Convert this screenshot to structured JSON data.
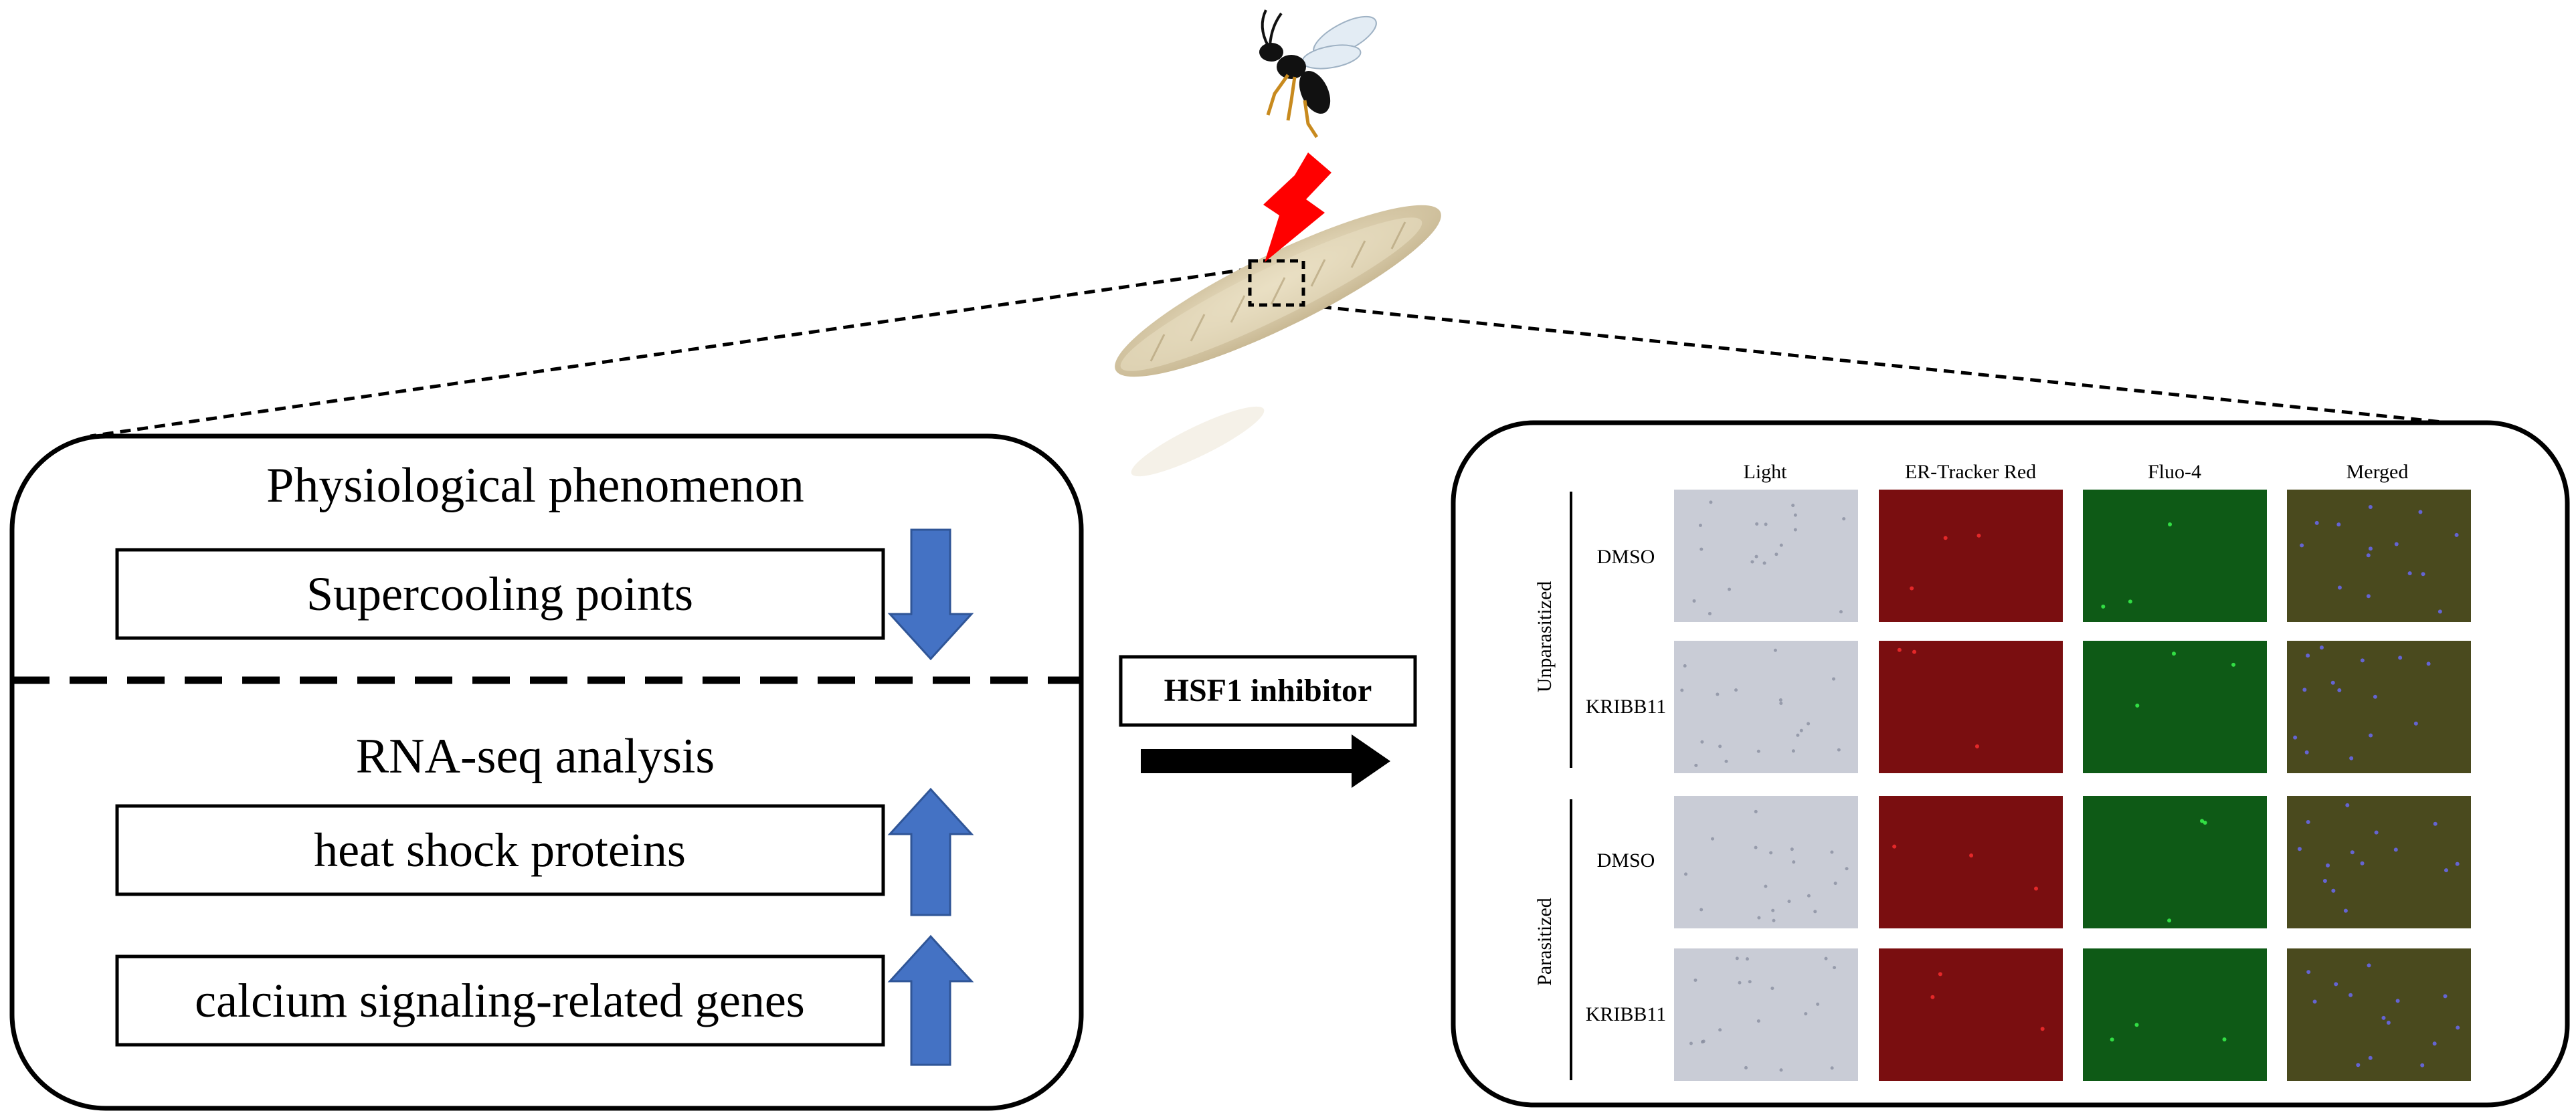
{
  "colors": {
    "arrow_blue": "#4472C4",
    "arrow_blue_edge": "#2F5597",
    "lightning_red": "#FF0000",
    "larva": "#D9CBAA",
    "light_panel": "#C9CCD6",
    "er_panel": "#7A0E10",
    "fluo_panel": "#0E5A16",
    "merged_panel": "#4A4A1E"
  },
  "icons": {
    "wasp": "wasp-icon",
    "larva": "larva-icon",
    "lightning": "lightning-icon"
  },
  "left_box": {
    "top_title": "Physiological phenomenon",
    "top_items": [
      {
        "label": "Supercooling points",
        "arrow": "down"
      }
    ],
    "bottom_title": "RNA-seq analysis",
    "bottom_items": [
      {
        "label": "heat shock proteins",
        "arrow": "up"
      },
      {
        "label": "calcium signaling-related genes",
        "arrow": "up"
      }
    ]
  },
  "middle": {
    "inhibitor_label": "HSF1 inhibitor"
  },
  "right_box": {
    "columns": [
      "Light",
      "ER-Tracker Red",
      "Fluo-4",
      "Merged"
    ],
    "groups": [
      {
        "label": "Unparasitized",
        "rows": [
          "DMSO",
          "KRIBB11"
        ]
      },
      {
        "label": "Parasitized",
        "rows": [
          "DMSO",
          "KRIBB11"
        ]
      }
    ]
  }
}
